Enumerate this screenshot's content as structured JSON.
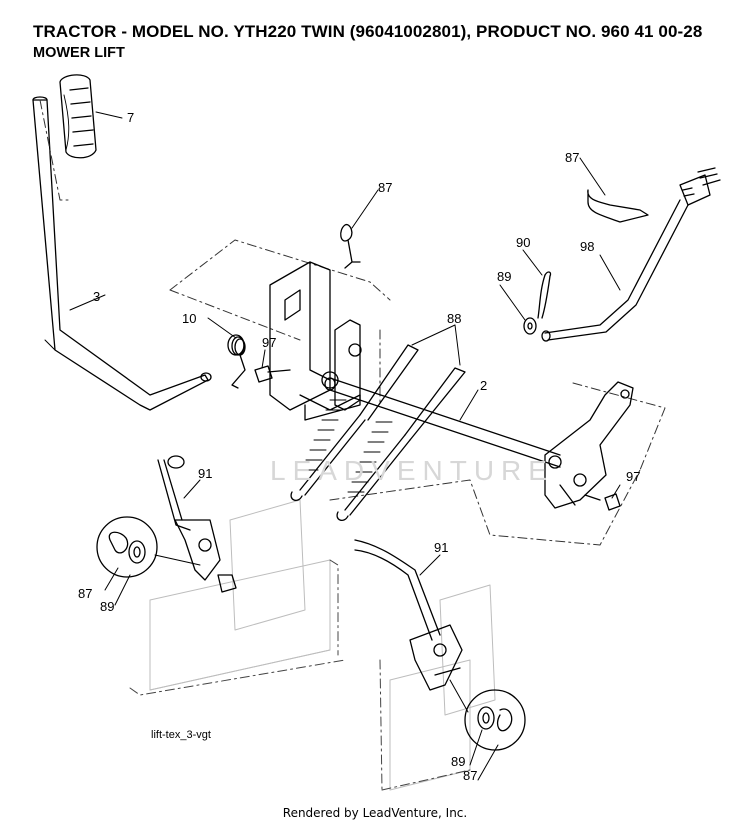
{
  "header": {
    "title": "TRACTOR - MODEL NO. YTH220 TWIN (96041002801), PRODUCT NO. 960 41 00-28",
    "subtitle": "MOWER LIFT"
  },
  "figure_code": "lift-tex_3-vgt",
  "watermark": "LEADVENTURE",
  "footer": "Rendered by LeadVenture, Inc.",
  "callouts": {
    "grip": "7",
    "lift_lever": "3",
    "cotter_pin_top": "87",
    "cotter_pin_rod": "87",
    "hair_pin": "90",
    "rod": "98",
    "washer_rod": "89",
    "spring_small": "10",
    "bolt_left": "97",
    "springs": "88",
    "lift_shaft": "2",
    "bolt_right": "97",
    "lift_link_left": "91",
    "lift_link_right": "91",
    "cotter_left": "87",
    "washer_left": "89",
    "washer_right": "89",
    "cotter_right": "87"
  }
}
